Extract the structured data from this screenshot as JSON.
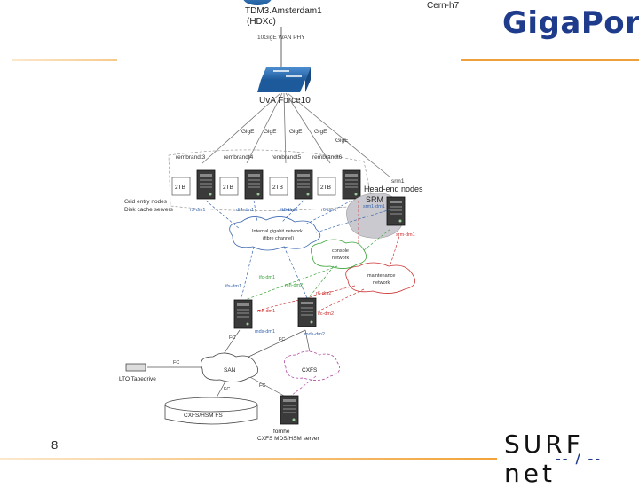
{
  "header": {
    "top_node": "TDM3.Amsterdam1",
    "top_node_sub": "(HDXc)",
    "wan_link": "10GigE WAN PHY",
    "top_right_label": "Cern-h7",
    "logo_gigaport": "GigaPort"
  },
  "switch": {
    "label": "UvA Force10"
  },
  "links_top": [
    "GigE",
    "GigE",
    "GigE",
    "GigE",
    "GigE"
  ],
  "nodes": [
    {
      "name": "rembrandt3",
      "disk": "2TB",
      "port": "r3-dm1"
    },
    {
      "name": "rembrandt4",
      "disk": "2TB",
      "port": "dt4-dm1"
    },
    {
      "name": "rembrandt5",
      "disk": "2TB",
      "port": "r5-dm1"
    },
    {
      "name": "rembrandt6",
      "disk": "2TB",
      "port": "r6-dm1"
    }
  ],
  "srm": {
    "name": "srm1",
    "label": "Head-end nodes",
    "title": "SRM",
    "port_a": "srm1-dm1",
    "port_b": "srm-dm1"
  },
  "disk_cache_label": [
    "Grid entry nodes",
    "Disk cache servers"
  ],
  "clouds": {
    "internal": [
      "Internal gigabit network",
      "(fibre channel)"
    ],
    "console": [
      "console",
      "network"
    ],
    "maintenance": [
      "maintenance",
      "network"
    ],
    "san": "SAN",
    "cxfs": "CXFS"
  },
  "links_mid": [
    "ifs-dm1",
    "ifc-dm1",
    "mh-dm2",
    "r6-dm2",
    "ifs-dm2"
  ],
  "servers": [
    {
      "port_a": "mh-dm1",
      "port_b": "mds-dm1"
    },
    {
      "port_a": "ifc-dm2",
      "port_b": "mds-dm2"
    }
  ],
  "fc_labels": [
    "FC",
    "FC",
    "FC",
    "FC",
    "FC"
  ],
  "tape": "LTO Tapedrive",
  "storage": "CXFS/HSM FS",
  "bottom_server": [
    "fornhe",
    "CXFS MDS/HSM server"
  ],
  "footer": {
    "page_number": "8",
    "logo_surfnet": "SURF net"
  }
}
